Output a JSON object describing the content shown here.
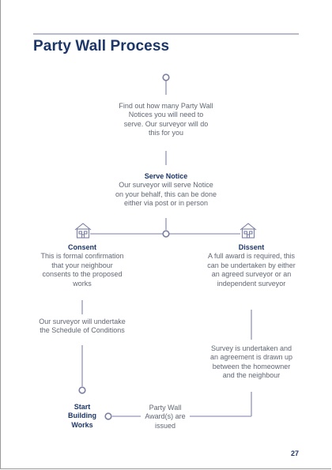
{
  "title": "Party Wall Process",
  "page_number": "27",
  "steps": {
    "find_out": {
      "text": "Find out how many Party Wall Notices you will need to serve. Our surveyor will do this for you"
    },
    "serve_notice": {
      "heading": "Serve Notice",
      "text": "Our surveyor will serve Notice on your behalf, this can be done either via post or in person"
    },
    "consent": {
      "heading": "Consent",
      "text": "This is formal confirmation that your neighbour consents to the proposed works"
    },
    "schedule": {
      "text": "Our surveyor will undertake the Schedule of Conditions"
    },
    "start_building": {
      "heading": "Start Building Works"
    },
    "dissent": {
      "heading": "Dissent",
      "text": "A full award is required, this can be undertaken by either an agreed surveyor or an independent surveyor"
    },
    "survey": {
      "text": "Survey is undertaken and an agreement is drawn up between the homeowner and the neighbour"
    },
    "award": {
      "text": "Party Wall Award(s) are issued"
    }
  },
  "icons": [
    "house-icon",
    "house-icon"
  ],
  "colors": {
    "heading": "#1c3667",
    "body": "#606674",
    "line": "#a7a9c9",
    "node": "#7b7fa3"
  }
}
